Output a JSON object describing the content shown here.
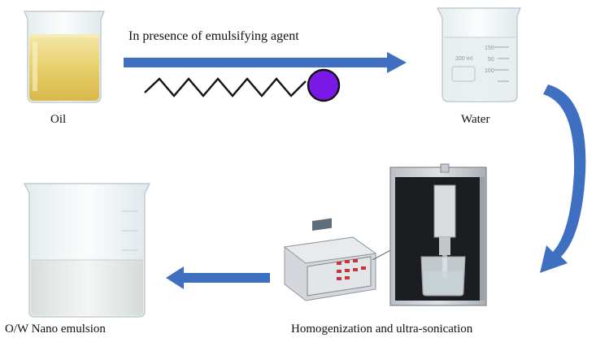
{
  "process": {
    "step_oil": "Oil",
    "step_agent": "In presence of emulsifying agent",
    "step_water": "Water",
    "step_equipment": "Homogenization and ultra-sonication",
    "step_product": "O/W Nano emulsion"
  },
  "beaker_water": {
    "mark_200": "200 ml",
    "mark_150": "150",
    "mark_100": "100",
    "mark_50": "50"
  },
  "colors": {
    "arrow_blue": "#3f6fc0",
    "oil_yellow": "#e8d27a",
    "surfactant_head": "#7a18e6",
    "emulsion_white": "#e9ecea"
  }
}
